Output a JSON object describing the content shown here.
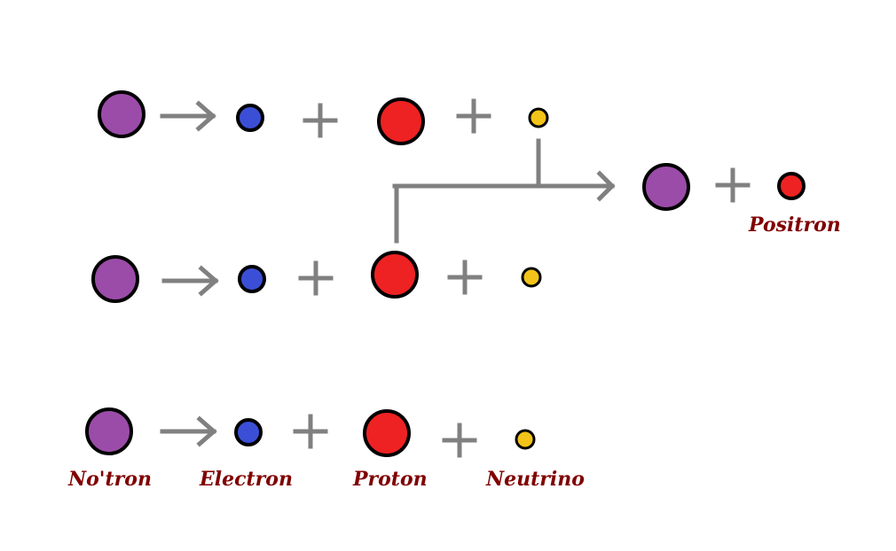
{
  "colors": {
    "neutron": "#9b4ca8",
    "electron": "#3b4fd6",
    "proton": "#ee2222",
    "neutrino": "#f2c318",
    "positron": "#ee2222",
    "connector": "#808080",
    "outline": "#000000",
    "label": "#800000"
  },
  "labels": {
    "neutron": "No'tron",
    "electron": "Electron",
    "proton": "Proton",
    "neutrino": "Neutrino",
    "positron": "Positron"
  },
  "reactions": [
    {
      "lhs": "neutron",
      "products": [
        "electron",
        "proton",
        "neutrino"
      ]
    },
    {
      "lhs": "neutron",
      "products": [
        "electron",
        "proton",
        "neutrino"
      ]
    },
    {
      "lhs": "neutron",
      "products": [
        "electron",
        "proton",
        "neutrino"
      ]
    }
  ],
  "combination": {
    "inputs": [
      "neutrino",
      "proton"
    ],
    "products": [
      "neutron",
      "positron"
    ]
  },
  "icons": {
    "arrow": "right-arrow-icon",
    "plus": "plus-icon"
  }
}
